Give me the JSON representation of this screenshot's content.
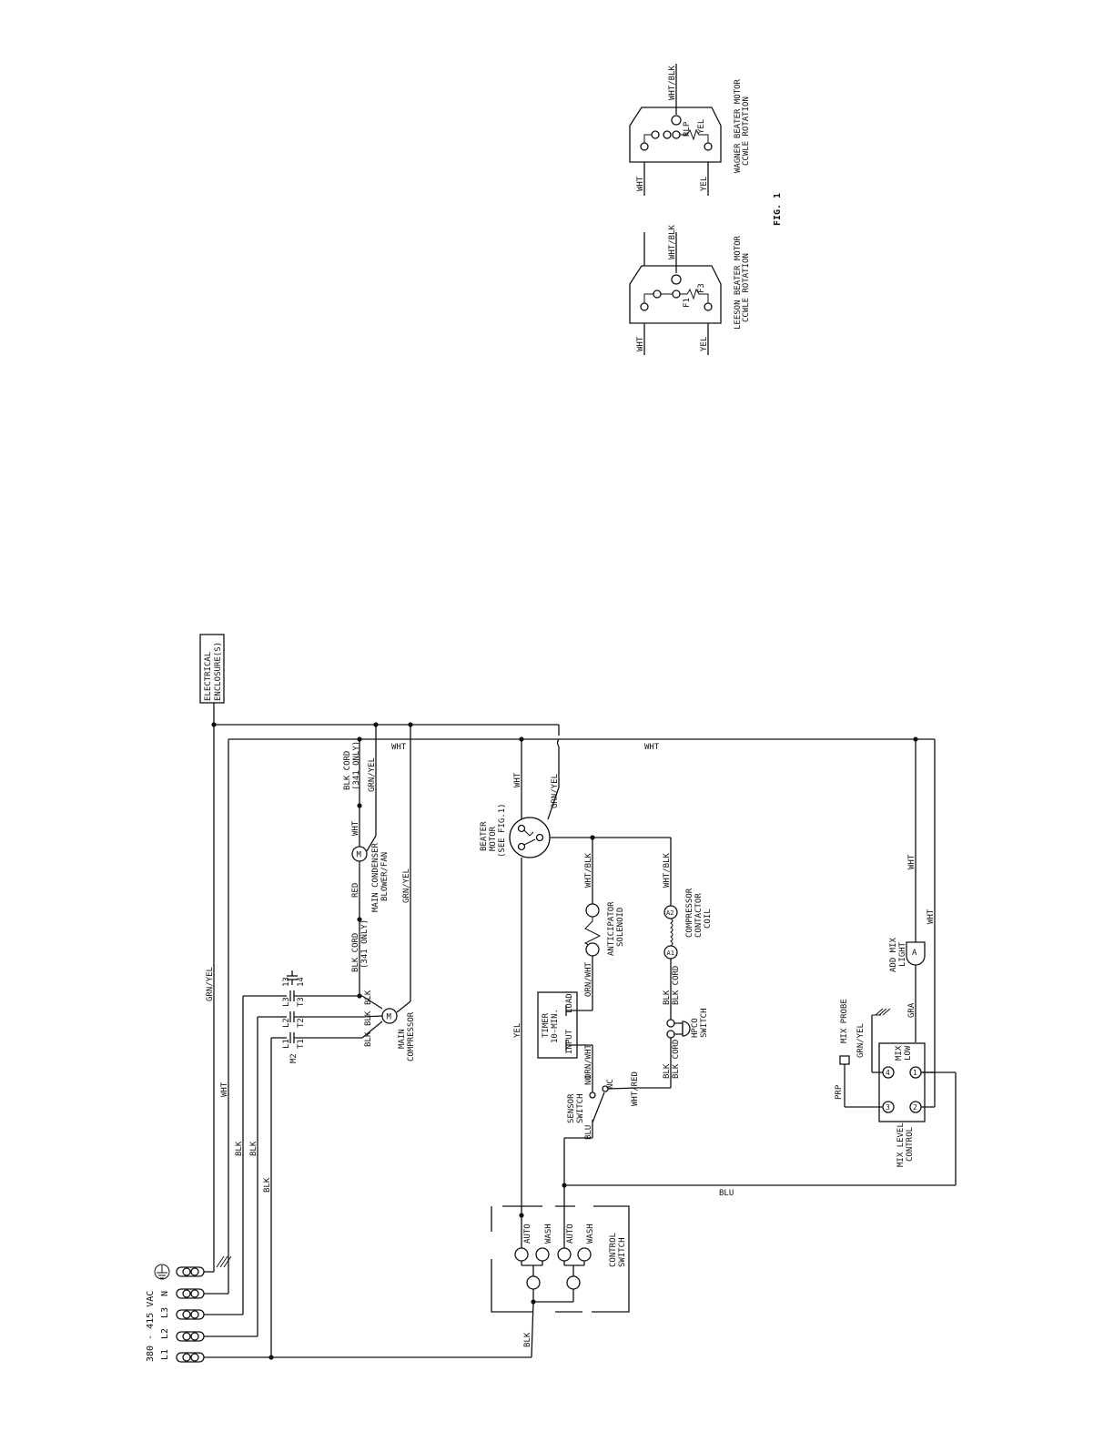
{
  "supply": {
    "voltage": "380 - 415 VAC",
    "terminals": [
      "L1",
      "L2",
      "L3",
      "N"
    ]
  },
  "enclosure": {
    "line1": "ELECTRICAL",
    "line2": "ENCLOSURE(S)"
  },
  "wires": {
    "grn_yel": "GRN/YEL",
    "wht": "WHT",
    "blk": "BLK",
    "yel": "YEL",
    "red": "RED",
    "blu": "BLU",
    "wht_blk": "WHT/BLK",
    "orn_wht": "ORN/WHT",
    "wht_red": "WHT/RED",
    "gra": "GRA",
    "prp": "PRP",
    "blk_cord": "BLK CORD",
    "only_341": "(341 ONLY)"
  },
  "contactor": {
    "line_labels": [
      "L1",
      "L2",
      "L3"
    ],
    "load_labels": [
      "T1",
      "T2",
      "T3"
    ],
    "aux_labels": [
      "13",
      "14"
    ],
    "name": "M2"
  },
  "components": {
    "compressor": {
      "line1": "MAIN",
      "line2": "COMPRESSOR",
      "symbol": "M"
    },
    "condenser": {
      "line1": "MAIN CONDENSER",
      "line2": "BLOWER/FAN",
      "symbol": "M"
    },
    "beater": {
      "line1": "BEATER",
      "line2": "MOTOR",
      "line3": "(SEE FIG.1)"
    },
    "solenoid": {
      "line1": "ANTICIPATOR",
      "line2": "SOLENOID"
    },
    "coil": {
      "line1": "COMPRESSOR",
      "line2": "CONTACTOR",
      "line3": "COIL",
      "a1": "A1",
      "a2": "A2"
    },
    "timer": {
      "line1": "TIMER",
      "line2": "10-MIN.",
      "input": "INPUT",
      "load": "LOAD"
    },
    "hpco": {
      "line1": "HPCO",
      "line2": "SWITCH"
    },
    "sensor": {
      "line1": "SENSOR",
      "line2": "SWITCH",
      "no": "NO",
      "nc": "NC"
    },
    "control_switch": {
      "line1": "CONTROL",
      "line2": "SWITCH",
      "auto": "AUTO",
      "wash": "WASH"
    },
    "mix_level": {
      "line1": "MIX LEVEL",
      "line2": "CONTROL",
      "low": "MIX",
      "low2": "LOW",
      "t1": "1",
      "t2": "2",
      "t3": "3",
      "t4": "4"
    },
    "mix_probe": {
      "label": "MIX PROBE"
    },
    "add_mix": {
      "line1": "ADD MIX",
      "line2": "LIGHT",
      "symbol": "A"
    }
  },
  "fig1": {
    "title": "FIG. 1",
    "leeson": {
      "line1": "LEESON BEATER MOTOR",
      "line2": "CCWLE ROTATION",
      "t1": "F1",
      "t2": "F3"
    },
    "wagner": {
      "line1": "WAGNER BEATER MOTOR",
      "line2": "CCWLE ROTATION",
      "t1": "RLP",
      "t2": "YEL"
    }
  }
}
